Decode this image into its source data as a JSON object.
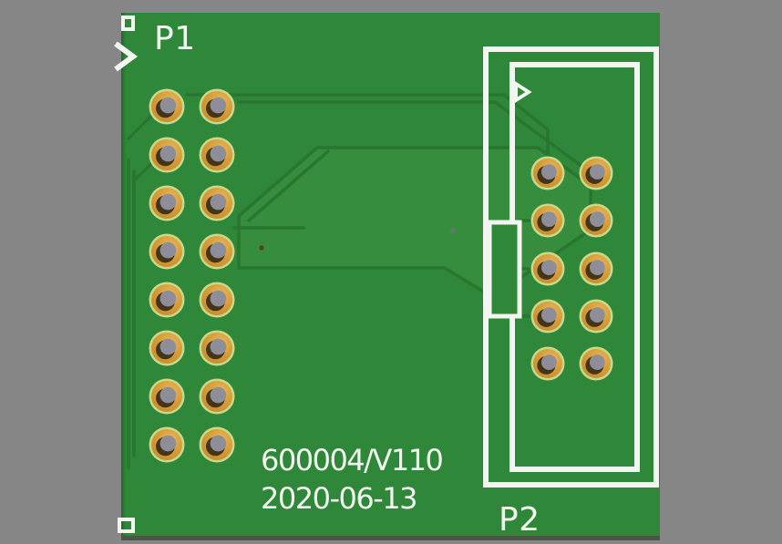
{
  "viewer": {
    "description": "pcb-3d-render-canvas"
  },
  "colors": {
    "background": "#868686",
    "soldermask": "#2f8839",
    "trace": "#28762f",
    "silkscreen": "#f3f6f0",
    "pad_ring": "#c9d98b",
    "pad_gold": "#cd9130",
    "pad_gold_light": "#e8b855",
    "hole": "#8e8e9a",
    "hole_shadow": "#42351a",
    "board_edge": "#49564a"
  },
  "silkscreen_text": {
    "p1_refdes": "P1",
    "p2_refdes": "P2",
    "part_number": "600004/V110",
    "date": "2020-06-13"
  },
  "connectors": [
    {
      "refdes": "P1",
      "pin_count": 16,
      "pad_cols": [
        50,
        105
      ],
      "pad_rows": [
        103,
        156,
        209,
        262,
        315,
        368,
        421,
        474
      ],
      "ring_r": 19.5,
      "gold_r": 17,
      "hole_r": 8.8
    },
    {
      "refdes": "P2",
      "pin_count": 10,
      "pad_cols": [
        468,
        521
      ],
      "pad_rows": [
        176,
        228,
        281,
        333,
        385
      ],
      "ring_r": 18.5,
      "gold_r": 16,
      "hole_r": 8.4
    }
  ]
}
